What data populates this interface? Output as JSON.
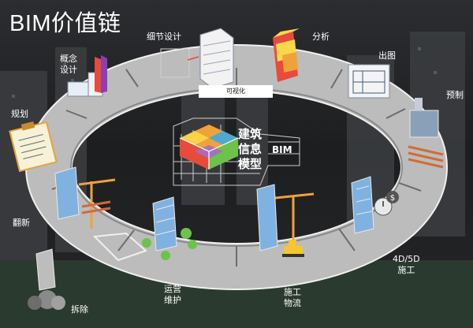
{
  "title": "BIM价值链",
  "stages": {
    "concept": "概念\n设计",
    "detail": "细节设计",
    "analysis": "分析",
    "drawing": "出图",
    "prefab": "预制",
    "construction_4d5d": "4D/5D\n施工",
    "logistics": "施工\n物流",
    "operation": "运营\n维护",
    "demolition": "拆除",
    "renovation": "翻新",
    "planning": "规划"
  },
  "visualization": "可视化",
  "center": {
    "core": "建筑\n信息\n模型",
    "bim": "BIM"
  },
  "colors": {
    "ring": "#bdbdbd",
    "ring_edge": "#e8e8e8",
    "cube_palette": [
      "#e84a3c",
      "#f0a23a",
      "#f7d84a",
      "#6cc24a",
      "#3fa9e0",
      "#a66cc9"
    ]
  },
  "icons": [
    "clipboard-icon",
    "crane-icon",
    "tower-icon",
    "analysis-building-icon",
    "blueprint-icon",
    "factory-icon",
    "stopwatch-icon",
    "bulldozer-icon",
    "tree-icon",
    "cube-icon"
  ]
}
